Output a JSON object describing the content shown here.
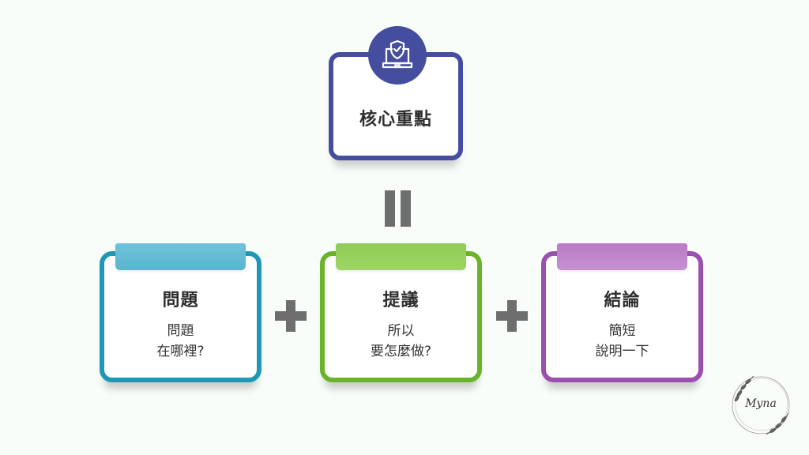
{
  "core": {
    "title": "核心重點",
    "icon": "laptop-shield-check-icon",
    "color": "#454d9e"
  },
  "operators": {
    "equals": "=",
    "plus": "+"
  },
  "cards": [
    {
      "title": "問題",
      "line1": "問題",
      "line2": "在哪裡?",
      "border_color": "#2098b5",
      "tab_color": "#6ec3da"
    },
    {
      "title": "提議",
      "line1": "所以",
      "line2": "要怎麼做?",
      "border_color": "#6ab42a",
      "tab_color": "#8fcd55"
    },
    {
      "title": "結論",
      "line1": "簡短",
      "line2": "說明一下",
      "border_color": "#9b4fae",
      "tab_color": "#b97cc6"
    }
  ],
  "logo": {
    "text": "Myna"
  }
}
